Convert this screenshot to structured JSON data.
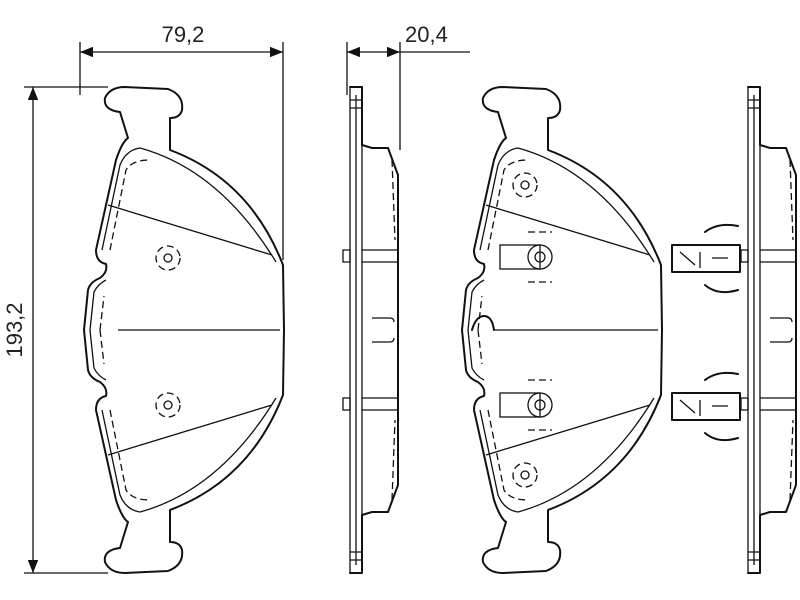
{
  "dimensions": {
    "width": "79,2",
    "thickness": "20,4",
    "height": "193,2"
  },
  "colors": {
    "line": "#111111",
    "background": "#ffffff"
  }
}
